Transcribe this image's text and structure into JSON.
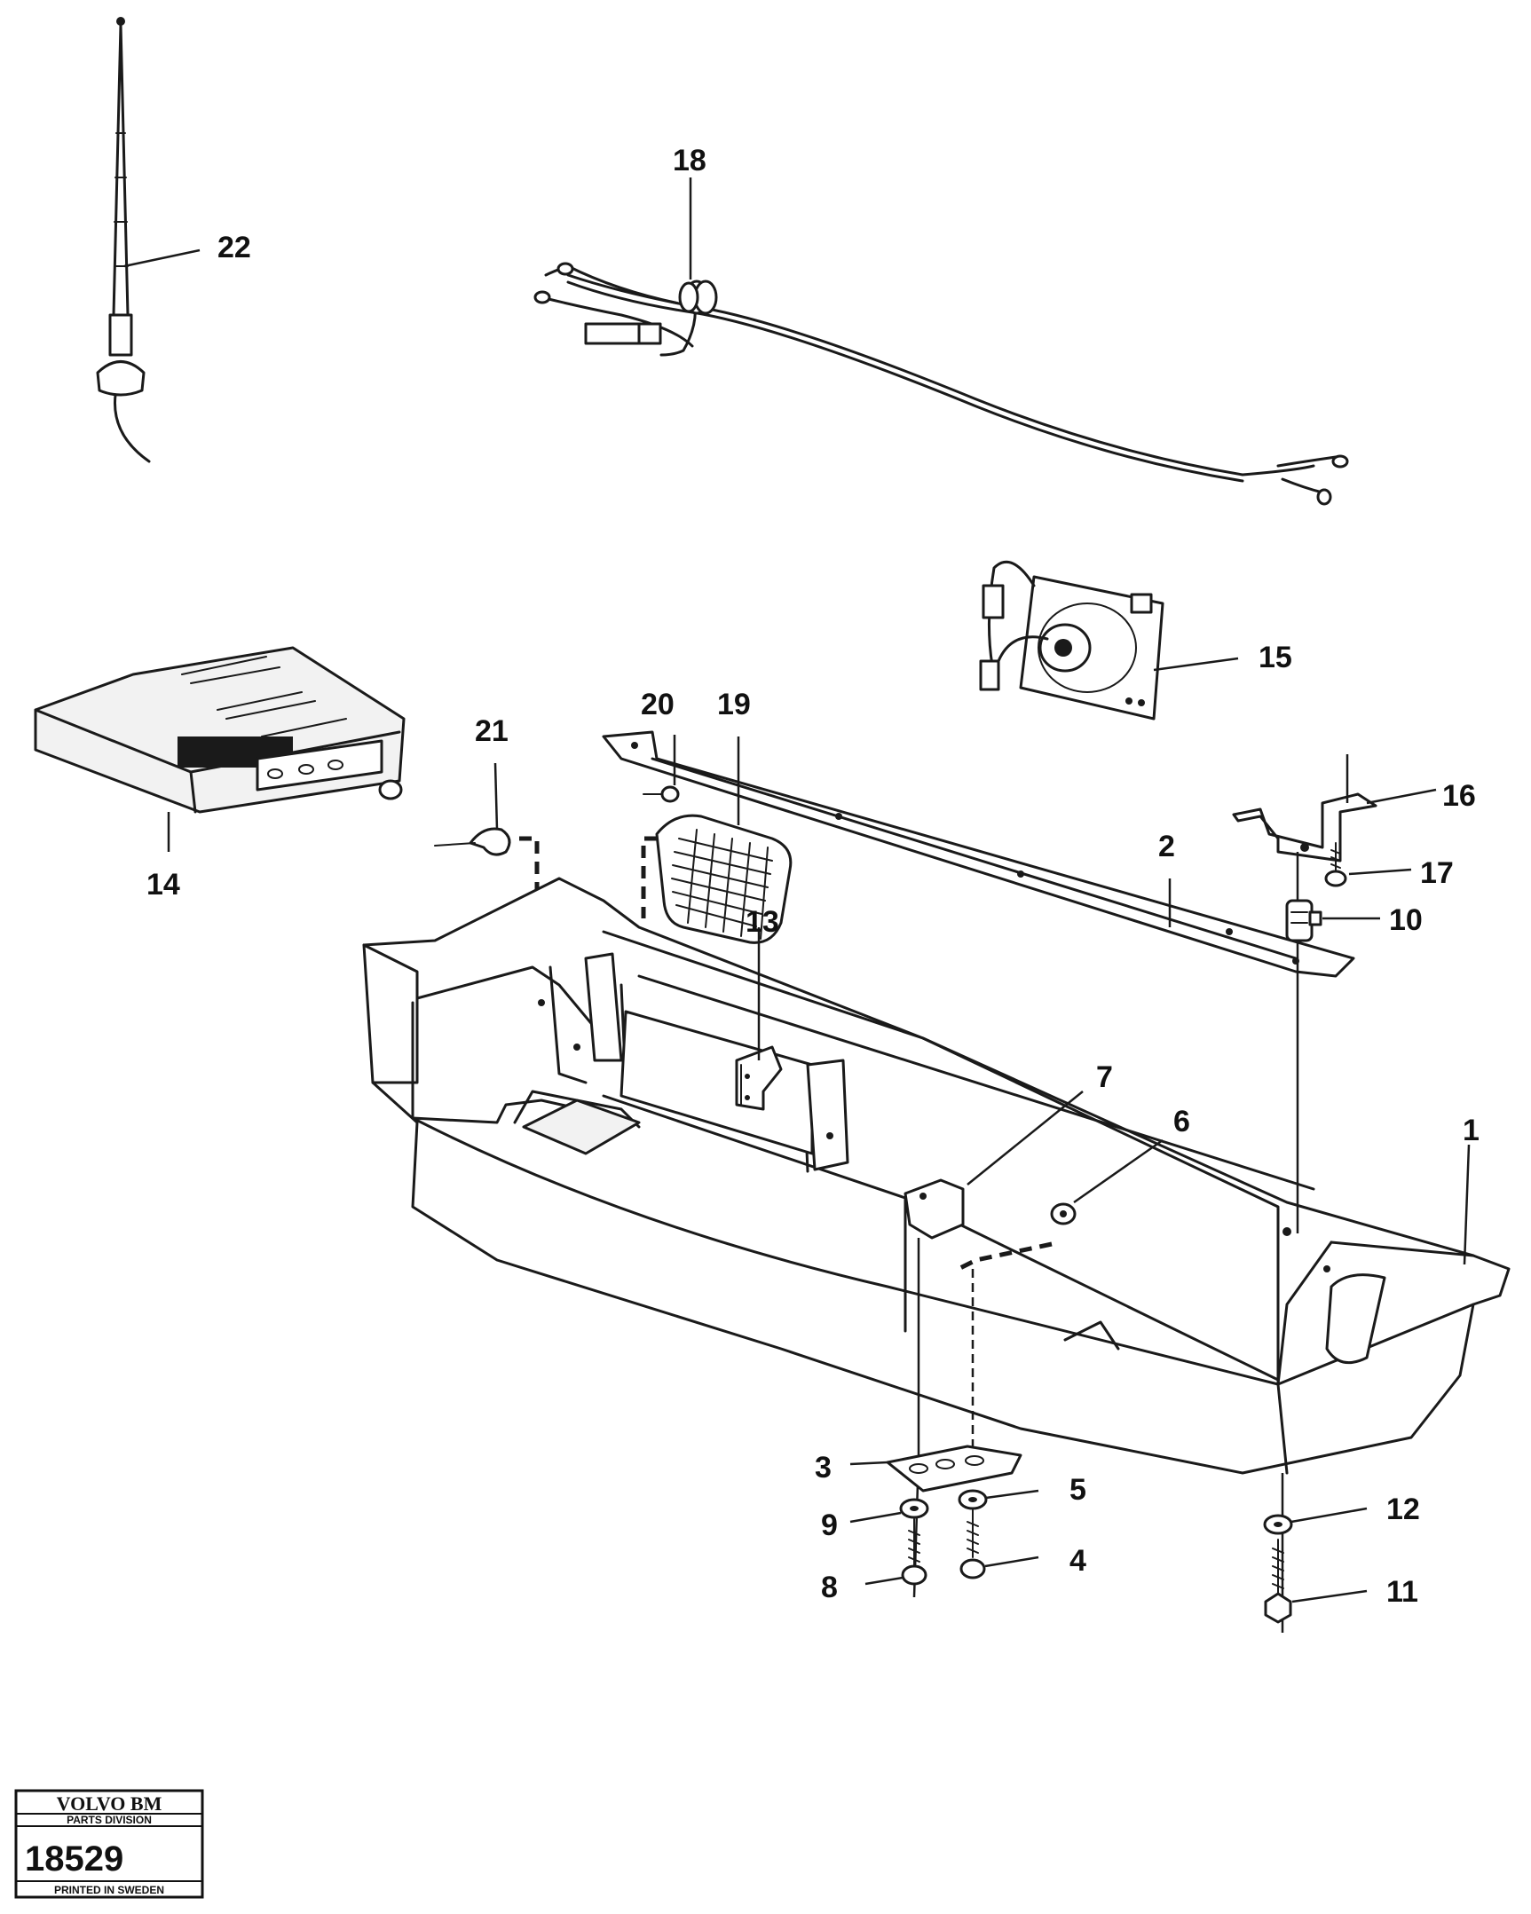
{
  "part_labels": {
    "p1": "1",
    "p2": "2",
    "p3": "3",
    "p4": "4",
    "p5": "5",
    "p6": "6",
    "p7": "7",
    "p8": "8",
    "p9": "9",
    "p10": "10",
    "p11": "11",
    "p12": "12",
    "p13": "13",
    "p14": "14",
    "p15": "15",
    "p16": "16",
    "p17": "17",
    "p18": "18",
    "p19": "19",
    "p20": "20",
    "p21": "21",
    "p22": "22"
  },
  "badge": {
    "brand": "VOLVO BM",
    "division": "PARTS DIVISION",
    "number": "18529",
    "printed": "PRINTED IN SWEDEN"
  }
}
